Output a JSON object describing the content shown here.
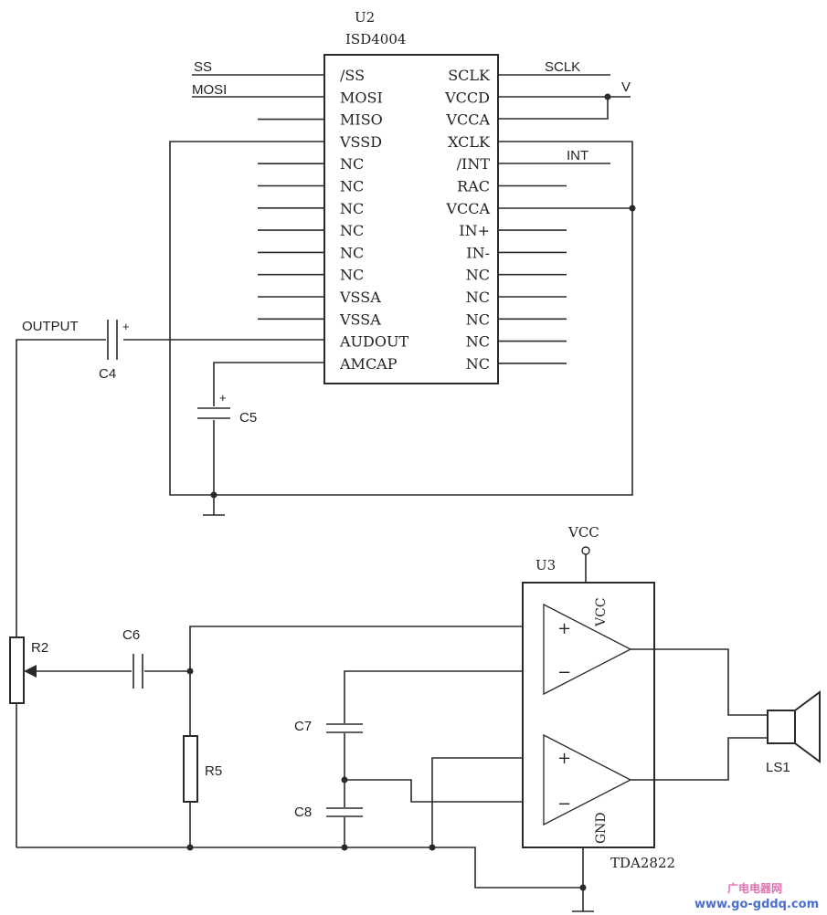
{
  "u2": {
    "ref": "U2",
    "part": "ISD4004",
    "left_pins": [
      "/SS",
      "MOSI",
      "MISO",
      "VSSD",
      "NC",
      "NC",
      "NC",
      "NC",
      "NC",
      "NC",
      "VSSA",
      "VSSA",
      "AUDOUT",
      "AMCAP"
    ],
    "right_pins": [
      "SCLK",
      "VCCD",
      "VCCA",
      "XCLK",
      "/INT",
      "RAC",
      "VCCA",
      "IN+",
      "IN-",
      "NC",
      "NC",
      "NC",
      "NC",
      "NC"
    ]
  },
  "nets": {
    "ss": "SS",
    "mosi": "MOSI",
    "sclk": "SCLK",
    "v": "V",
    "int": "INT",
    "output": "OUTPUT",
    "vcc": "VCC"
  },
  "components": {
    "c4": "C4",
    "c5": "C5",
    "c6": "C6",
    "c7": "C7",
    "c8": "C8",
    "r2": "R2",
    "r5": "R5",
    "ls1": "LS1",
    "plus": "+"
  },
  "u3": {
    "ref": "U3",
    "part": "TDA2822",
    "vcc_pin": "VCC",
    "gnd_pin": "GND",
    "plus": "+",
    "minus": "−"
  },
  "watermark": {
    "cn": "广电电器网",
    "url": "www.go-gddq.com"
  }
}
